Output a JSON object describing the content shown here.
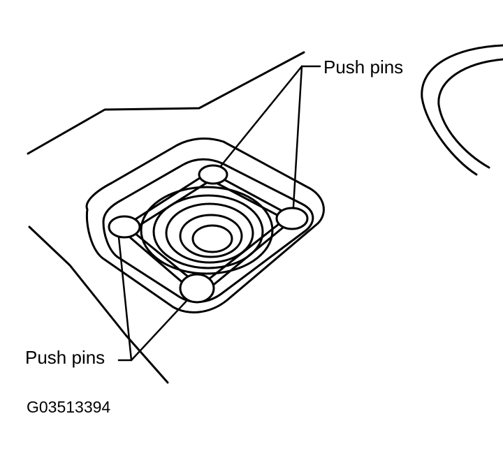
{
  "labels": {
    "top": "Push pins",
    "bottom": "Push pins"
  },
  "figure_id": "G03513394",
  "colors": {
    "ink": "#000000",
    "paper": "#ffffff"
  }
}
